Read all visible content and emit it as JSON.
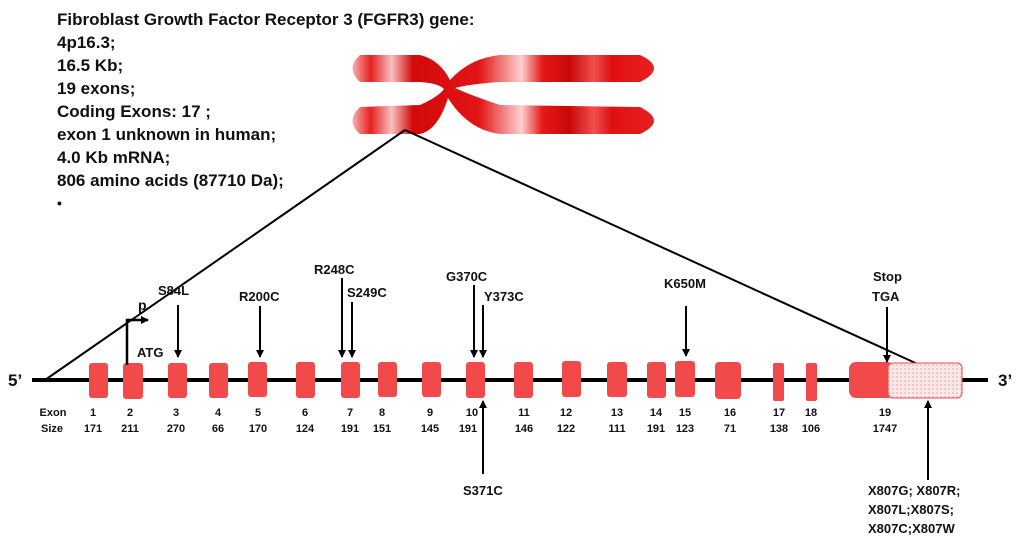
{
  "gene_info": {
    "lines": [
      "Fibroblast Growth Factor Receptor 3 (FGFR3) gene:",
      "4p16.3;",
      "16.5 Kb;",
      "19 exons;",
      "Coding Exons: 17 ;",
      "exon 1 unknown in human;",
      "4.0 Kb mRNA;",
      "806 amino acids (87710 Da);",
      "•"
    ]
  },
  "ends": {
    "five": "5’",
    "three": "3’"
  },
  "row_labels": {
    "exon": "Exon",
    "size": "Size"
  },
  "promoter": {
    "p": "p",
    "atg": "ATG"
  },
  "exons": [
    {
      "n": "1",
      "size": "171"
    },
    {
      "n": "2",
      "size": "211"
    },
    {
      "n": "3",
      "size": "270"
    },
    {
      "n": "4",
      "size": "66"
    },
    {
      "n": "5",
      "size": "170"
    },
    {
      "n": "6",
      "size": "124"
    },
    {
      "n": "7",
      "size": "191"
    },
    {
      "n": "8",
      "size": "151"
    },
    {
      "n": "9",
      "size": "145"
    },
    {
      "n": "10",
      "size": "191"
    },
    {
      "n": "11",
      "size": "146"
    },
    {
      "n": "12",
      "size": "122"
    },
    {
      "n": "13",
      "size": "111"
    },
    {
      "n": "14",
      "size": "191"
    },
    {
      "n": "15",
      "size": "123"
    },
    {
      "n": "16",
      "size": "71"
    },
    {
      "n": "17",
      "size": "138"
    },
    {
      "n": "18",
      "size": "106"
    },
    {
      "n": "19",
      "size": "1747"
    }
  ],
  "mutations_above": [
    "S84L",
    "R200C",
    "R248C",
    "S249C",
    "G370C",
    "Y373C",
    "K650M"
  ],
  "stop": [
    "Stop",
    "TGA"
  ],
  "mutations_below": {
    "s371c": "S371C",
    "x807": [
      "X807G; X807R;",
      "X807L;X807S;",
      "X807C;X807W"
    ]
  },
  "colors": {
    "exon": "#f24a4a",
    "chromosome": "#e41010",
    "line": "#000000"
  }
}
